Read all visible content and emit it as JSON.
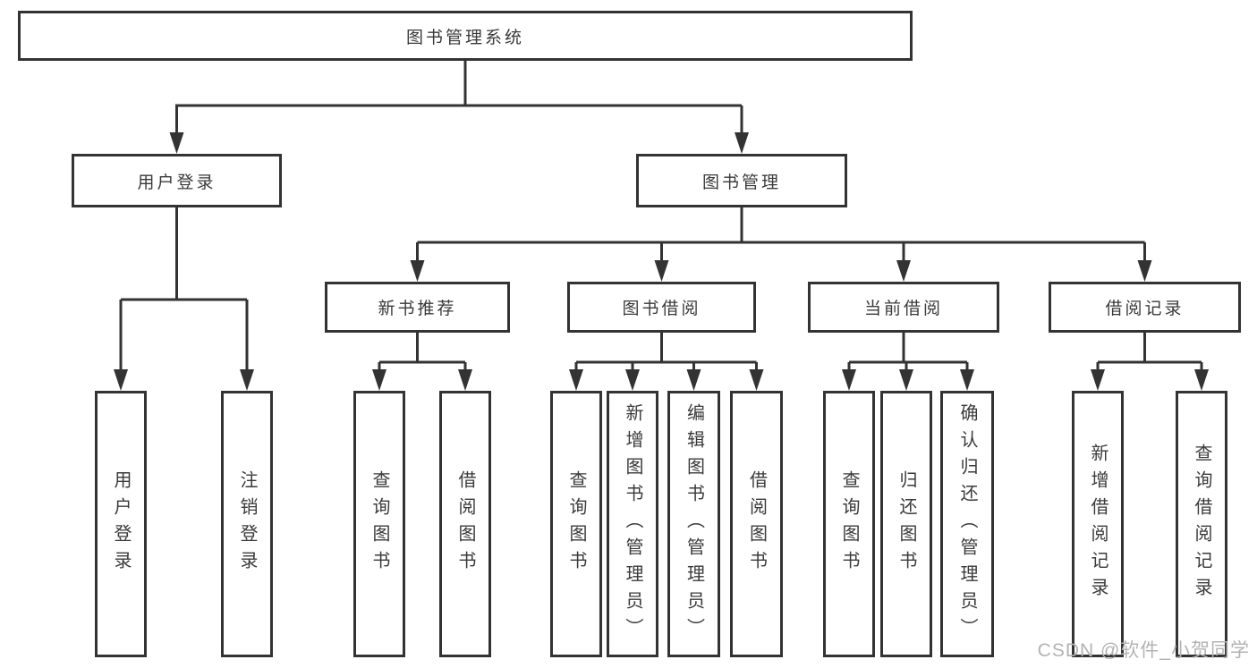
{
  "diagram": {
    "type": "tree",
    "root": {
      "label": "图书管理系统",
      "children": [
        {
          "label": "用户登录",
          "children": [
            {
              "label": "用户登录"
            },
            {
              "label": "注销登录"
            }
          ]
        },
        {
          "label": "图书管理",
          "children": [
            {
              "label": "新书推荐",
              "children": [
                {
                  "label": "查询图书"
                },
                {
                  "label": "借阅图书"
                }
              ]
            },
            {
              "label": "图书借阅",
              "children": [
                {
                  "label": "查询图书"
                },
                {
                  "label": "新增图书（管理员）"
                },
                {
                  "label": "编辑图书（管理员）"
                },
                {
                  "label": "借阅图书"
                }
              ]
            },
            {
              "label": "当前借阅",
              "children": [
                {
                  "label": "查询图书"
                },
                {
                  "label": "归还图书"
                },
                {
                  "label": "确认归还（管理员）"
                }
              ]
            },
            {
              "label": "借阅记录",
              "children": [
                {
                  "label": "新增借阅记录"
                },
                {
                  "label": "查询借阅记录"
                }
              ]
            }
          ]
        }
      ]
    }
  },
  "watermark": {
    "text": "CSDN @软件_小贺同学",
    "color": "#b3b3b3"
  },
  "colors": {
    "line": "#333333",
    "box_border": "#333333",
    "box_background": "#ffffff",
    "text": "#3a3a3a",
    "page_background": "#ffffff"
  }
}
